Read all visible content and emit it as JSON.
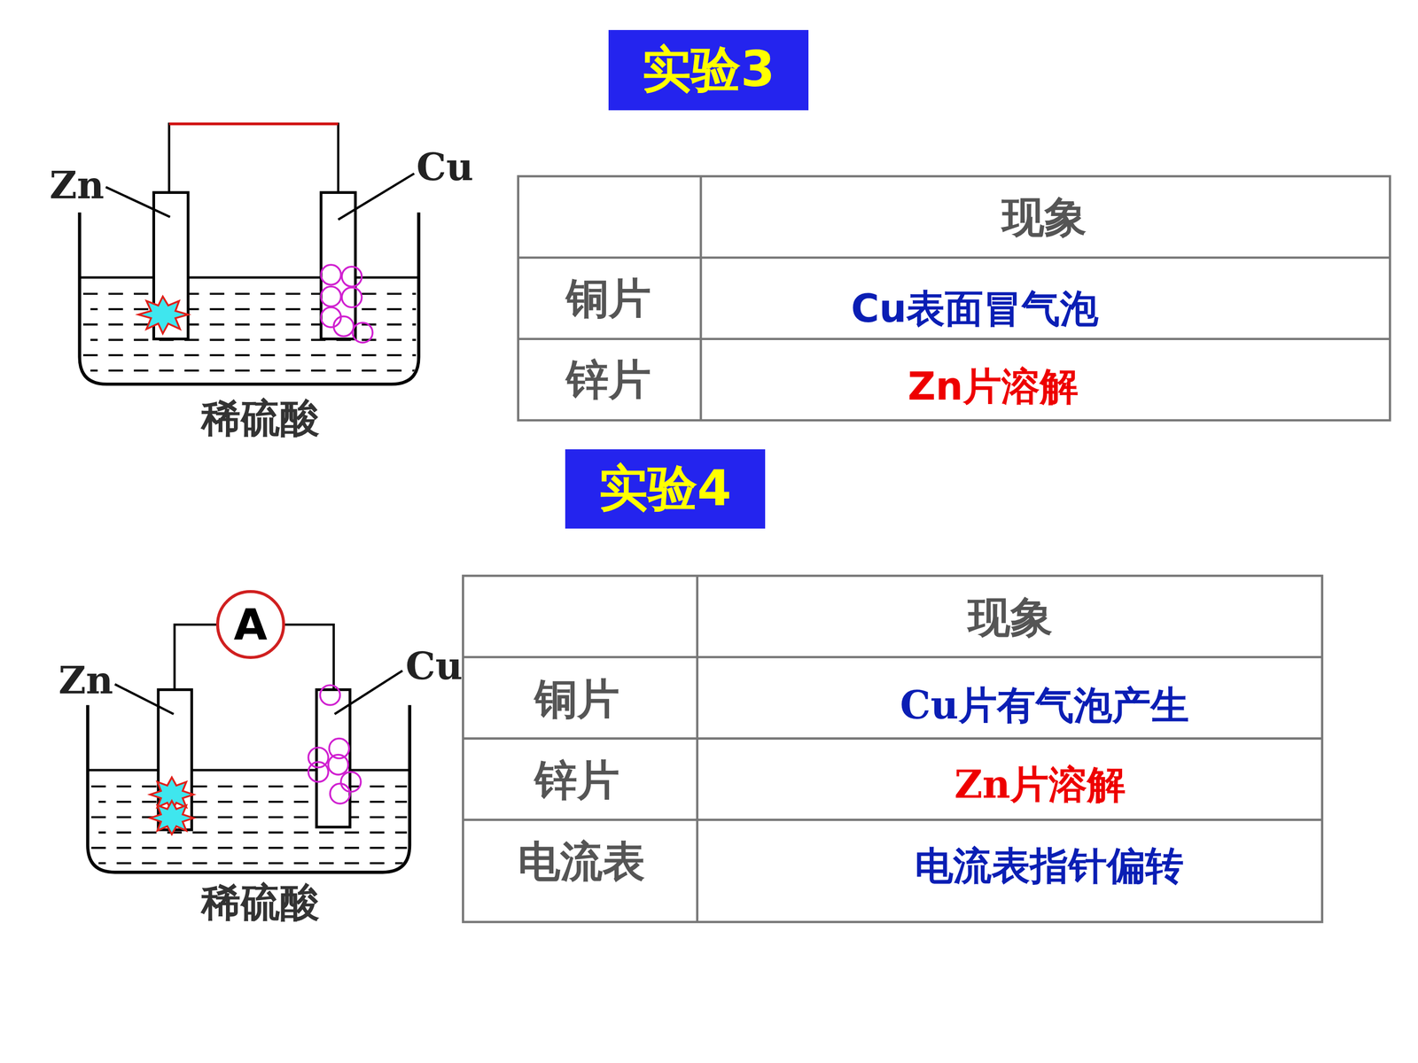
{
  "diagram": {
    "nodes": [
      {
        "text": [
          "实验3"
        ]
      },
      {
        "text": [
          "实验4"
        ]
      },
      {
        "text": [
          "A"
        ]
      }
    ],
    "labels": [
      "Zn",
      "Cu",
      "稀硫酸",
      "现象",
      "铜片",
      "Cu表面冒气泡",
      "锌片",
      "Zn片溶解",
      "Zn",
      "Cu",
      "稀硫酸",
      "现象",
      "铜片",
      "Cu片有气泡产生",
      "锌片",
      "Zn片溶解",
      "电流表",
      "电流表指针偏转"
    ]
  }
}
